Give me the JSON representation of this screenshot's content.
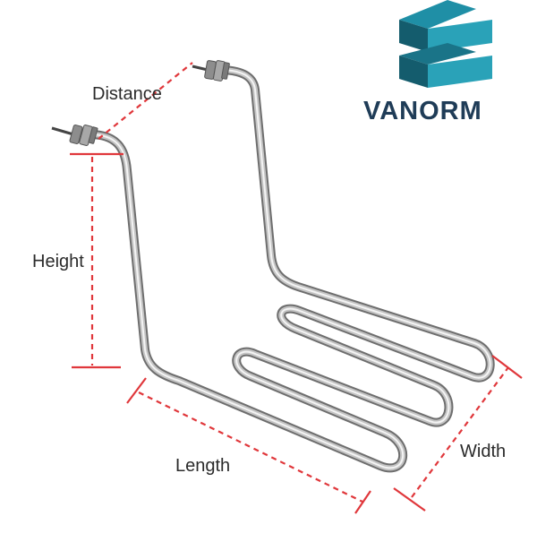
{
  "brand": {
    "name": "VANORM",
    "logo_icon": "stacked-chevron-e-logo-icon",
    "colors": {
      "logo_dark": "#145c6d",
      "logo_light": "#2a9bb0",
      "text": "#1f3c57"
    }
  },
  "dimensions": {
    "distance": "Distance",
    "height": "Height",
    "length": "Length",
    "width": "Width"
  },
  "colors": {
    "dimension_line": "#e0373b",
    "tube_dark": "#6e6e6e",
    "tube_mid": "#b9b9b9",
    "tube_light": "#f2f2f2"
  },
  "product": {
    "icon": "tubular-heating-element-icon"
  }
}
